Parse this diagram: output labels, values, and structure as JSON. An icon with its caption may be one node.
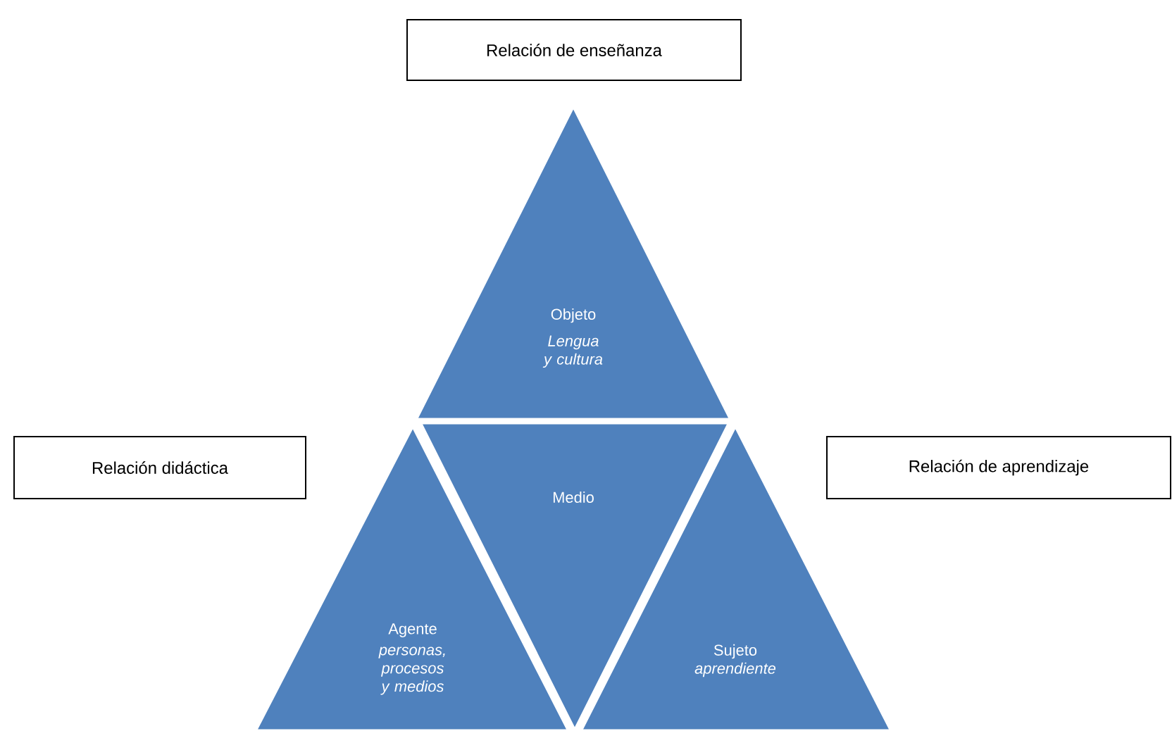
{
  "diagram": {
    "nodes": [
      {
        "text": [
          "Relación de enseñanza"
        ]
      },
      {
        "text": [
          "Objeto",
          "Lengua y cultura"
        ]
      },
      {
        "text": [
          "Relación didáctica"
        ]
      },
      {
        "text": [
          "Medio"
        ]
      },
      {
        "text": [
          "Relación de aprendizaje"
        ]
      },
      {
        "text": [
          "Agente",
          "personas, procesos y medios"
        ]
      },
      {
        "text": [
          "Sujeto",
          "aprendiente"
        ]
      }
    ]
  }
}
